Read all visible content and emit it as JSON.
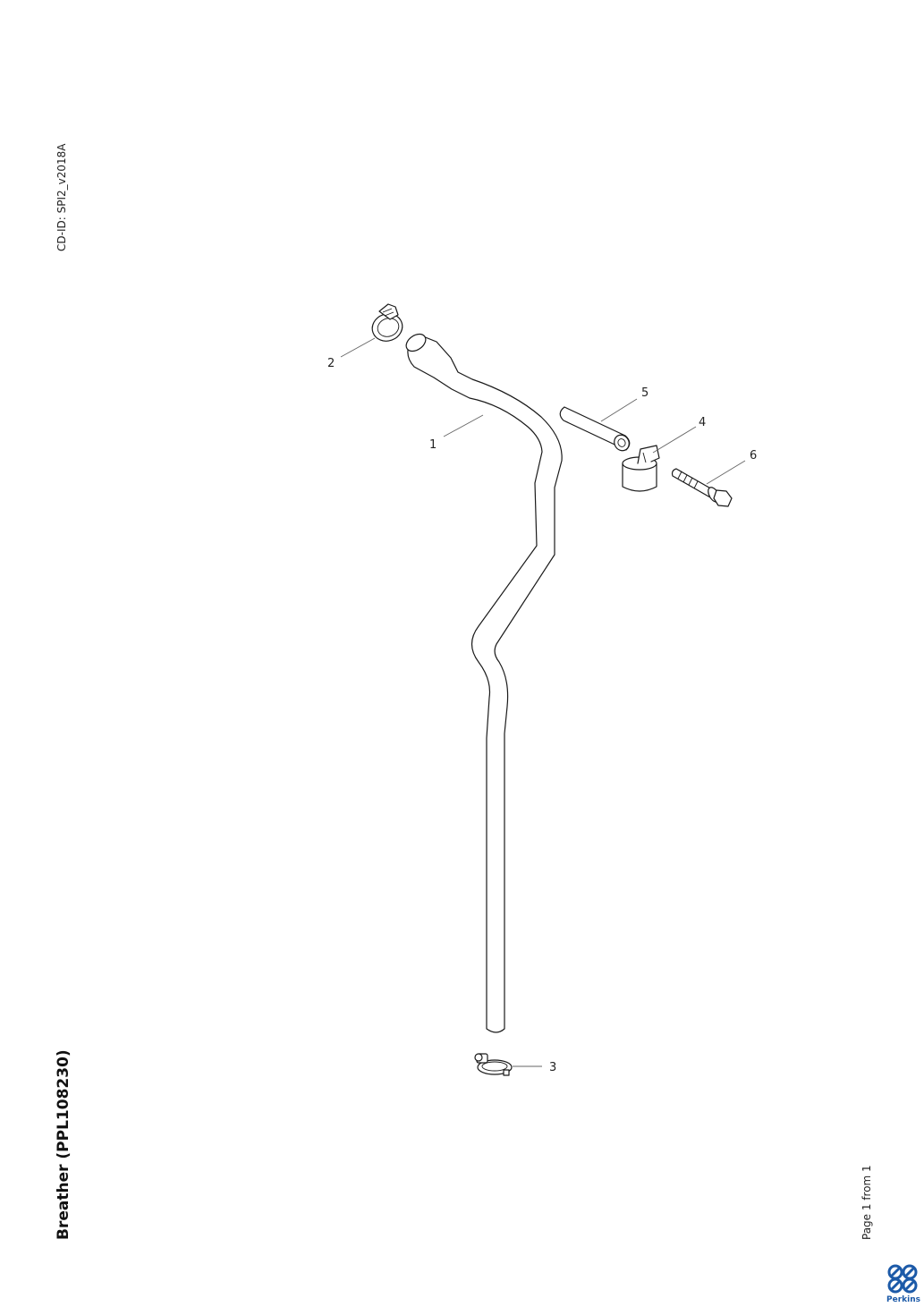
{
  "document": {
    "cd_id": "CD-ID: SPI2_v2018A",
    "title": "Breather (PPL108230)",
    "page_info": "Page 1 from 1"
  },
  "callouts": [
    "1",
    "2",
    "3",
    "4",
    "5",
    "6"
  ],
  "brand": {
    "name": "Perkins",
    "color": "#1c5aa8"
  }
}
